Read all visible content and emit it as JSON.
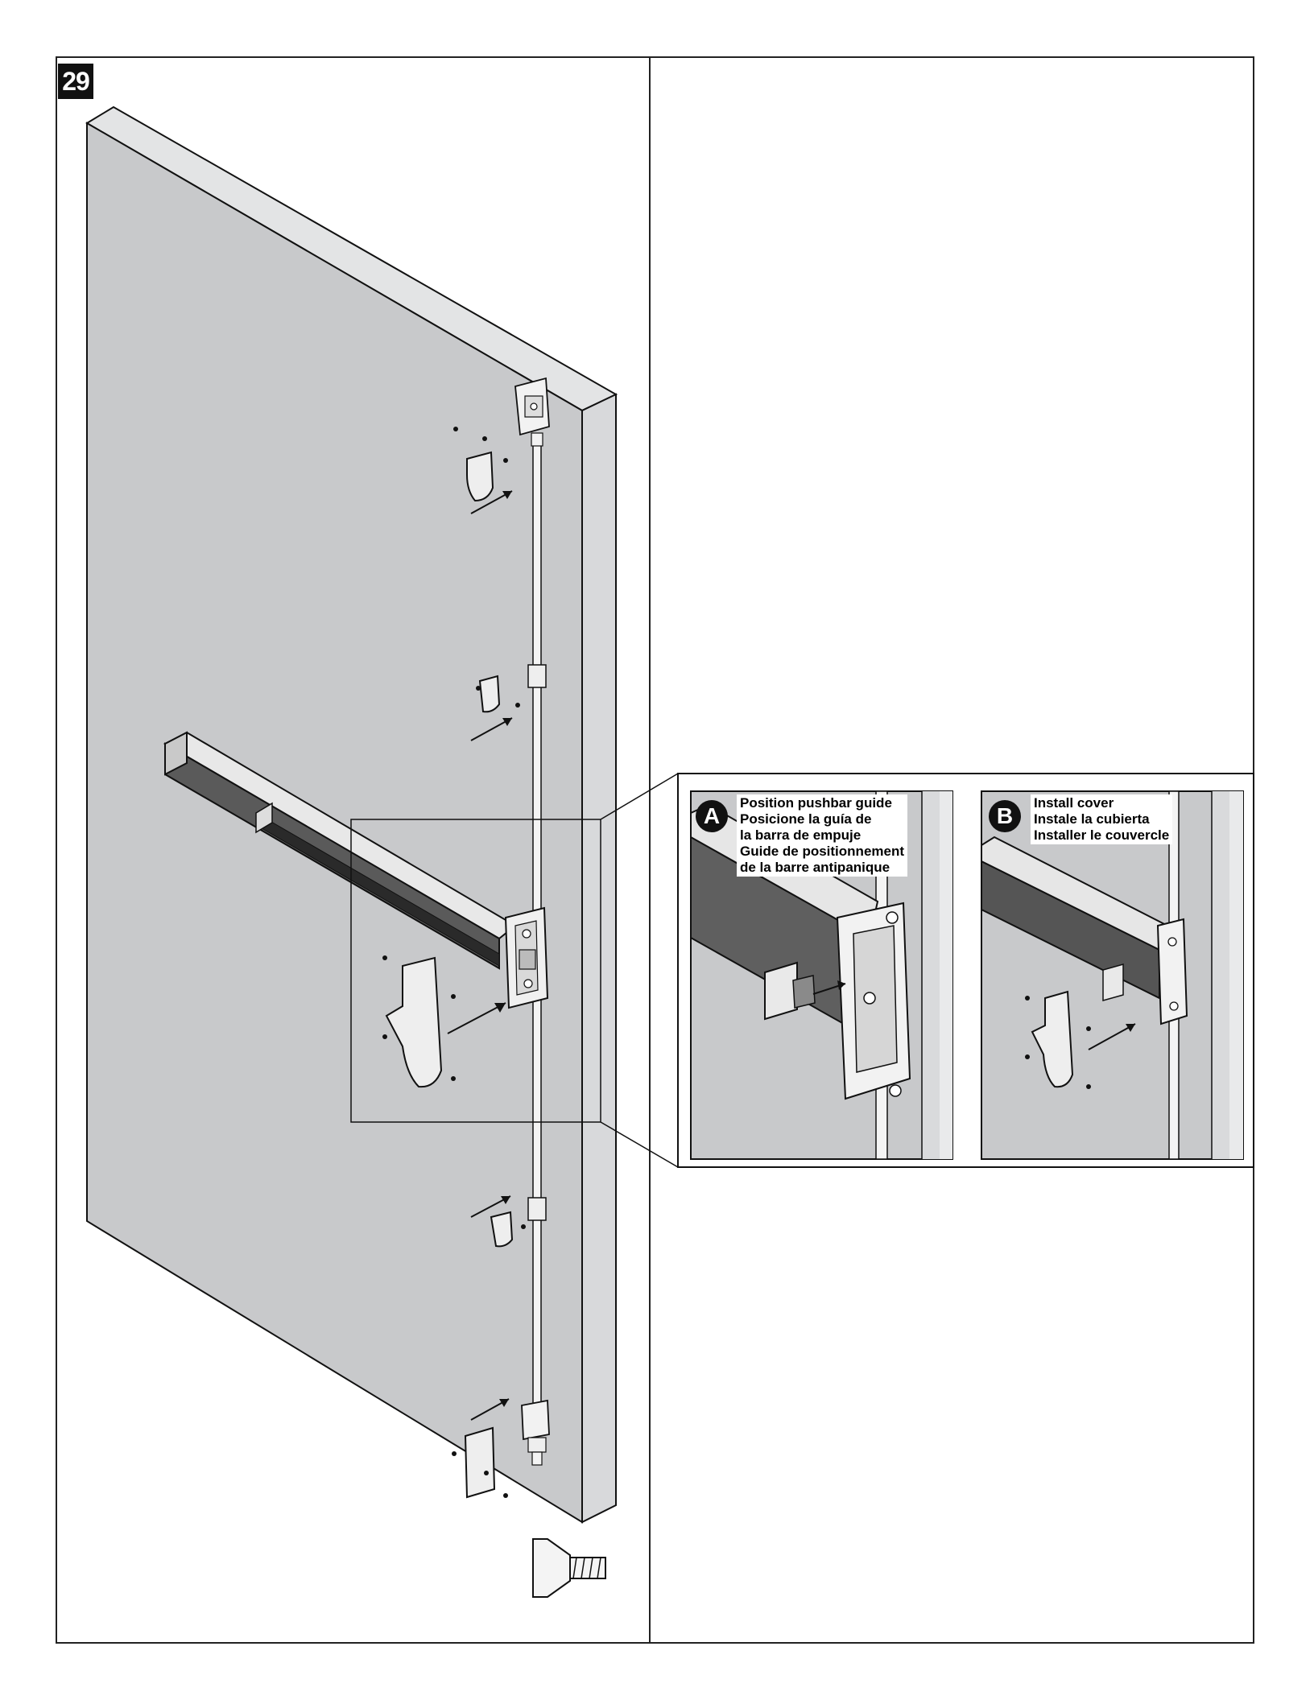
{
  "step_number": "29",
  "panels": [
    {
      "badge": "A",
      "lines": [
        "Position pushbar guide",
        "Posicione la guía de",
        "la barra de empuje",
        "Guide de positionnement",
        "de la barre antipanique"
      ]
    },
    {
      "badge": "B",
      "lines": [
        "Install cover",
        "Instale la cubierta",
        "Installer le couvercle"
      ]
    }
  ],
  "colors": {
    "door_face": "#c8c9cb",
    "door_edge": "#e2e3e4",
    "door_side": "#d6d7d9",
    "line": "#111111",
    "hardware": "#f2f2f2"
  }
}
